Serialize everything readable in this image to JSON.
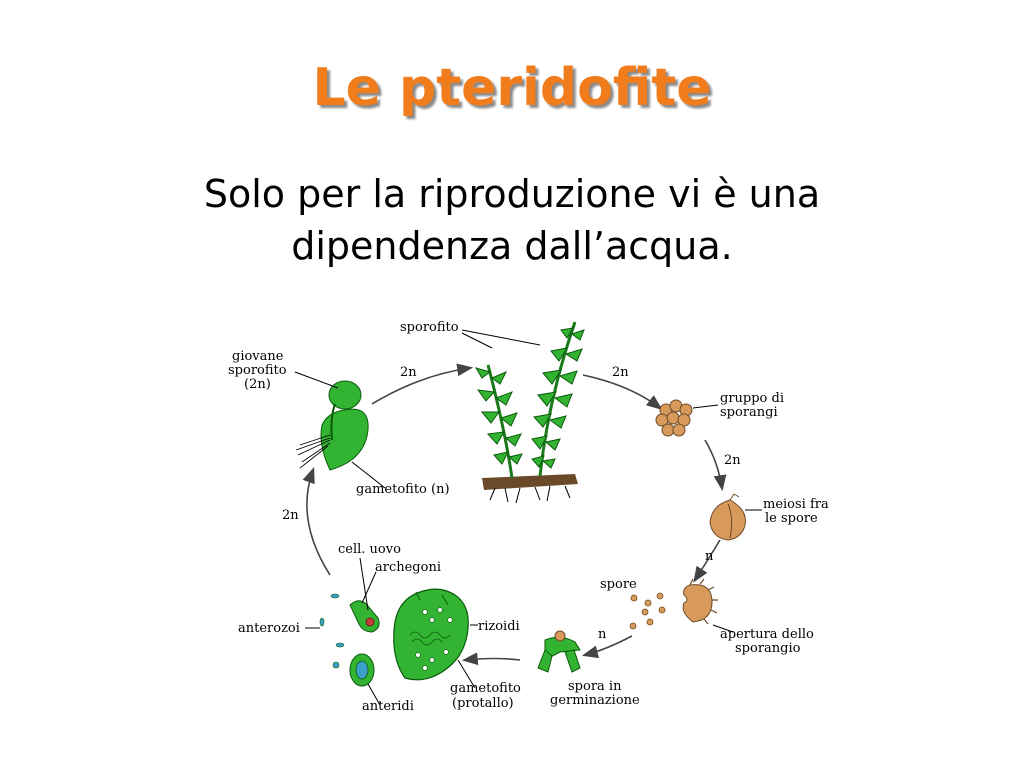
{
  "slide": {
    "title": "Le pteridofite",
    "subtitle_line1": "Solo per la riproduzione vi è una",
    "subtitle_line2": "dipendenza dall’acqua."
  },
  "colors": {
    "title": "#f07c1b",
    "plant_green": "#32b432",
    "plant_dark": "#1a7a1a",
    "sporangium": "#d89a5a",
    "soil": "#6b4a2a",
    "arrow": "#444444"
  },
  "diagram": {
    "labels": {
      "sporofito": "sporofito",
      "giovane_1": "giovane",
      "giovane_2": "sporofito",
      "giovane_3": "(2n)",
      "ploidy_top_left": "2n",
      "ploidy_top_right": "2n",
      "gruppo_1": "gruppo di",
      "gruppo_2": "sporangi",
      "ploidy_right_upper": "2n",
      "meiosi_1": "meiosi fra",
      "meiosi_2": "le spore",
      "ploidy_right_n": "n",
      "spore": "spore",
      "apertura_1": "apertura dello",
      "apertura_2": "sporangio",
      "ploidy_bottom_n": "n",
      "spora_1": "spora in",
      "spora_2": "germinazione",
      "gametofito_prot_1": "gametofito",
      "gametofito_prot_2": "(protallo)",
      "rizoidi": "rizoidi",
      "anteridi": "anteridi",
      "anterozoi": "anterozoi",
      "cell_uovo": "cell. uovo",
      "archegoni": "archegoni",
      "ploidy_left": "2n",
      "gametofito_n": "gametofito (n)"
    }
  }
}
